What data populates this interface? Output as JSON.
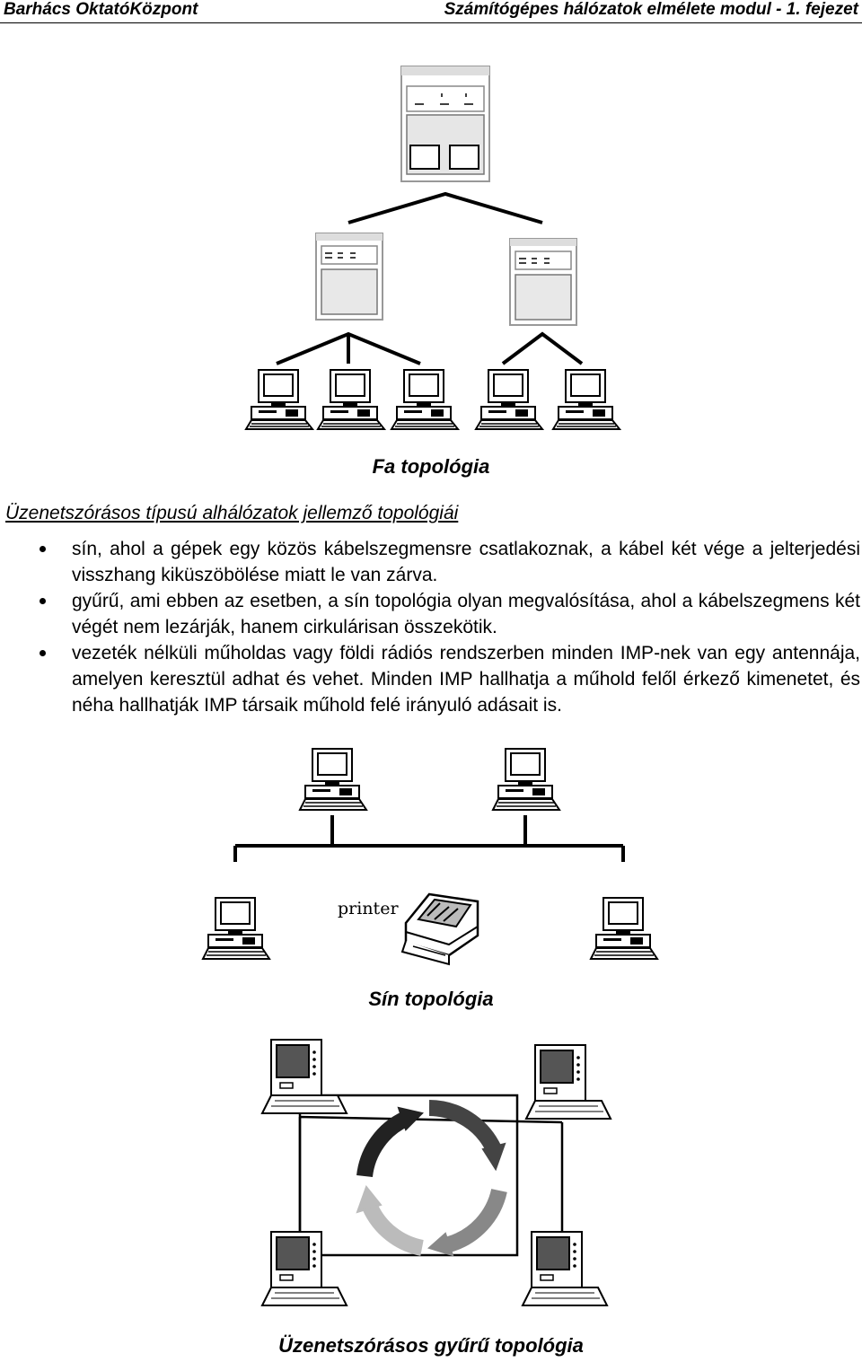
{
  "header": {
    "left": "Barhács OktatóKözpont",
    "right": "Számítógépes hálózatok elmélete modul - 1. fejezet"
  },
  "figures": {
    "tree_caption": "Fa topológia",
    "bus_caption": "Sín topológia",
    "ring_caption": "Üzenetszórásos gyűrű topológia",
    "printer_label": "printer"
  },
  "section": {
    "title": "Üzenetszórásos típusú alhálózatok jellemző topológiái",
    "bullets": [
      "sín, ahol a gépek egy közös kábelszegmensre csatlakoznak, a kábel két vége a jelterjedési visszhang kiküszöbölése miatt le van zárva.",
      "gyűrű, ami ebben az esetben, a sín topológia olyan megvalósítása, ahol a kábelszegmens két végét nem lezárják, hanem cirkulárisan összekötik.",
      "vezeték nélküli műholdas vagy földi rádiós rendszerben minden IMP-nek van egy antennája, amelyen keresztül adhat és vehet. Minden IMP hallhatja a műhold felől érkező kimenetet, és néha hallhatják IMP társaik műhold felé irányuló adásait is."
    ]
  }
}
